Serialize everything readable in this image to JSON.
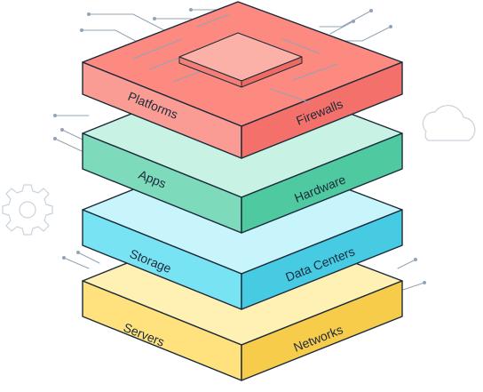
{
  "diagram": {
    "layers": [
      {
        "id": "top",
        "left_label": "Platforms",
        "right_label": "Firewalls",
        "colors": {
          "top": "#fd8a80",
          "left": "#fb9c94",
          "right": "#f4706a"
        }
      },
      {
        "id": "second",
        "left_label": "Apps",
        "right_label": "Hardware",
        "colors": {
          "top": "#c8f2e4",
          "left": "#7ddbbb",
          "right": "#4fcaa0"
        }
      },
      {
        "id": "third",
        "left_label": "Storage",
        "right_label": "Data Centers",
        "colors": {
          "top": "#c8f4fb",
          "left": "#78e4f3",
          "right": "#46cbe3"
        }
      },
      {
        "id": "bottom",
        "left_label": "Servers",
        "right_label": "Networks",
        "colors": {
          "top": "#fff0b4",
          "left": "#ffe27e",
          "right": "#f7cc4a"
        }
      }
    ],
    "chip_color": "#fbb1a8",
    "decorations": [
      "cloud-icon",
      "gear-icon"
    ]
  }
}
